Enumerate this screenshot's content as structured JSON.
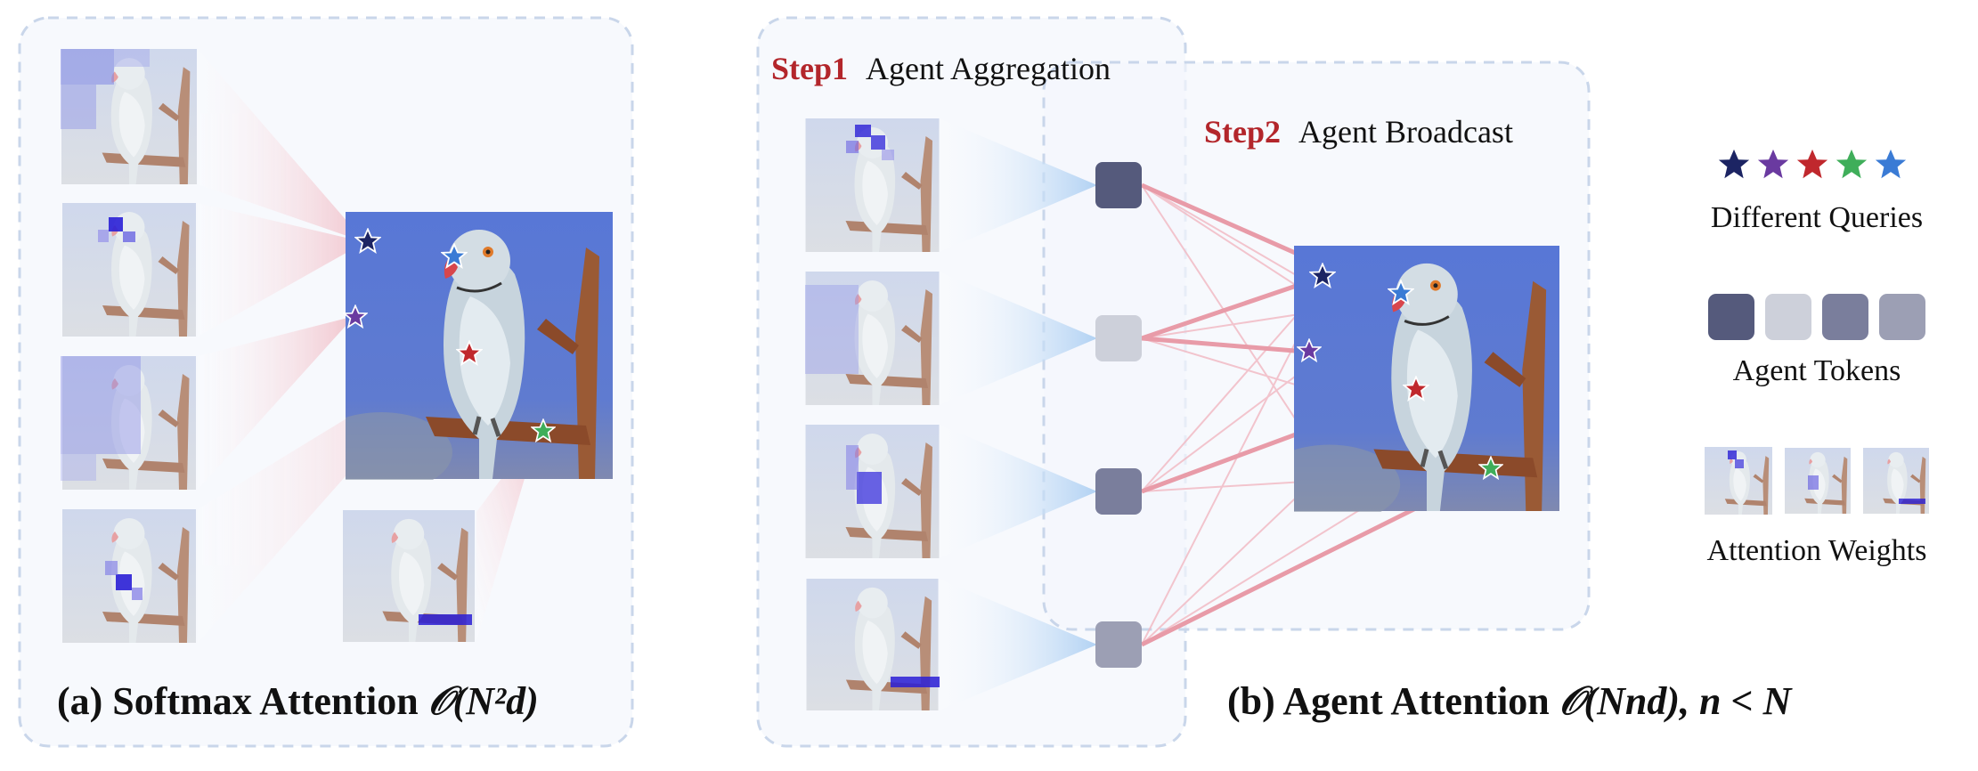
{
  "colors": {
    "panel_border": "#c9d6ea",
    "panel_fill": "#f7f9fd",
    "sky": "#5a78d6",
    "link": "#e8a0ac",
    "beam_red": "#f3c3cb",
    "beam_blue": "#cfe3f7",
    "step_red": "#b3262b",
    "highlight": "#2a1fd6"
  },
  "left_panel": {
    "caption_prefix": "(a) Softmax Attention ",
    "caption_complexity": "𝒪(N²d)"
  },
  "right_panel": {
    "step1_num": "Step1",
    "step1_text": "Agent Aggregation",
    "step2_num": "Step2",
    "step2_text": "Agent Broadcast",
    "caption_prefix": "(b) Agent Attention ",
    "caption_complexity": "𝒪(Nnd), n < N"
  },
  "legend": {
    "queries_label": "Different Queries",
    "agents_label": "Agent Tokens",
    "weights_label": "Attention Weights",
    "star_colors": [
      "#1c2463",
      "#6a3aa0",
      "#c0282d",
      "#3fae5a",
      "#3a7bd5"
    ],
    "agent_colors": [
      "#555a7c",
      "#cdd0da",
      "#7a7e9c",
      "#9c9fb4"
    ]
  },
  "icons": [
    "star-icon",
    "agent-token-icon",
    "parrot-image-icon"
  ]
}
